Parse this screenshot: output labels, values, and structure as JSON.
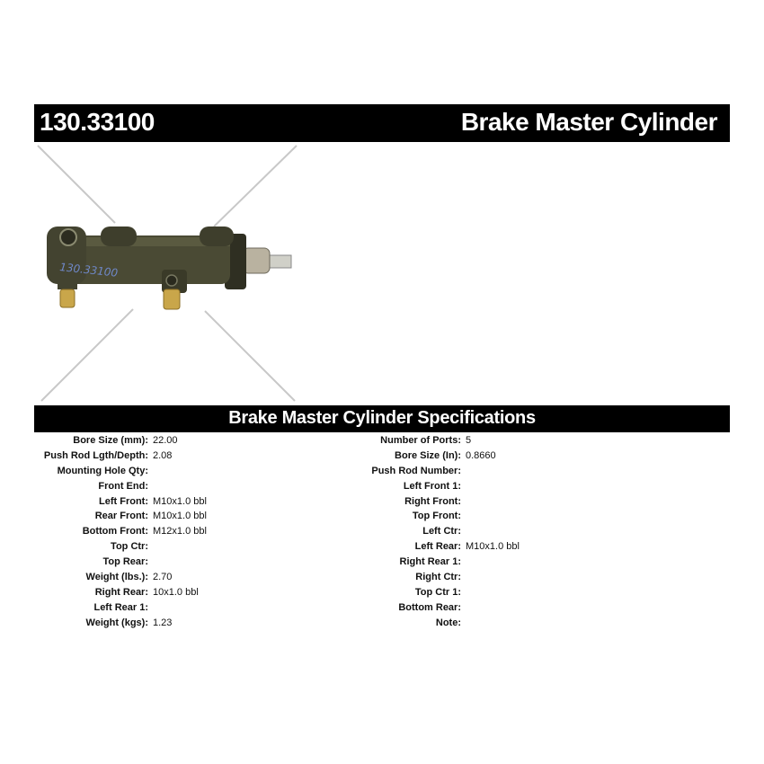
{
  "header": {
    "part_number": "130.33100",
    "product_title": "Brake Master Cylinder"
  },
  "image": {
    "label_text": "130.33100"
  },
  "specifications": {
    "title": "Brake Master Cylinder Specifications",
    "left_column": [
      {
        "label": "Bore Size (mm):",
        "value": "22.00"
      },
      {
        "label": "Push Rod Lgth/Depth:",
        "value": "2.08"
      },
      {
        "label": "Mounting Hole Qty:",
        "value": ""
      },
      {
        "label": "Front End:",
        "value": ""
      },
      {
        "label": "Left Front:",
        "value": "M10x1.0 bbl"
      },
      {
        "label": "Rear Front:",
        "value": "M10x1.0 bbl"
      },
      {
        "label": "Bottom Front:",
        "value": "M12x1.0 bbl"
      },
      {
        "label": "Top Ctr:",
        "value": ""
      },
      {
        "label": "Top Rear:",
        "value": ""
      },
      {
        "label": "Weight (lbs.):",
        "value": "2.70"
      },
      {
        "label": "Right Rear:",
        "value": "10x1.0 bbl"
      },
      {
        "label": "Left Rear 1:",
        "value": ""
      },
      {
        "label": "Weight (kgs):",
        "value": "1.23"
      }
    ],
    "right_column": [
      {
        "label": "Number of Ports:",
        "value": "5"
      },
      {
        "label": "Bore Size (In):",
        "value": "0.8660"
      },
      {
        "label": "Push Rod Number:",
        "value": ""
      },
      {
        "label": "Left Front 1:",
        "value": ""
      },
      {
        "label": "Right Front:",
        "value": ""
      },
      {
        "label": "Top Front:",
        "value": ""
      },
      {
        "label": "Left Ctr:",
        "value": ""
      },
      {
        "label": "Left Rear:",
        "value": "M10x1.0 bbl"
      },
      {
        "label": "Right Rear 1:",
        "value": ""
      },
      {
        "label": "Right Ctr:",
        "value": ""
      },
      {
        "label": "Top Ctr 1:",
        "value": ""
      },
      {
        "label": "Bottom Rear:",
        "value": ""
      },
      {
        "label": "Note:",
        "value": ""
      }
    ]
  },
  "colors": {
    "bar": "#000000",
    "bar_text": "#ffffff",
    "casting": "#4a4a34",
    "brass": "#c9a64a",
    "steel": "#c8c8c0"
  }
}
